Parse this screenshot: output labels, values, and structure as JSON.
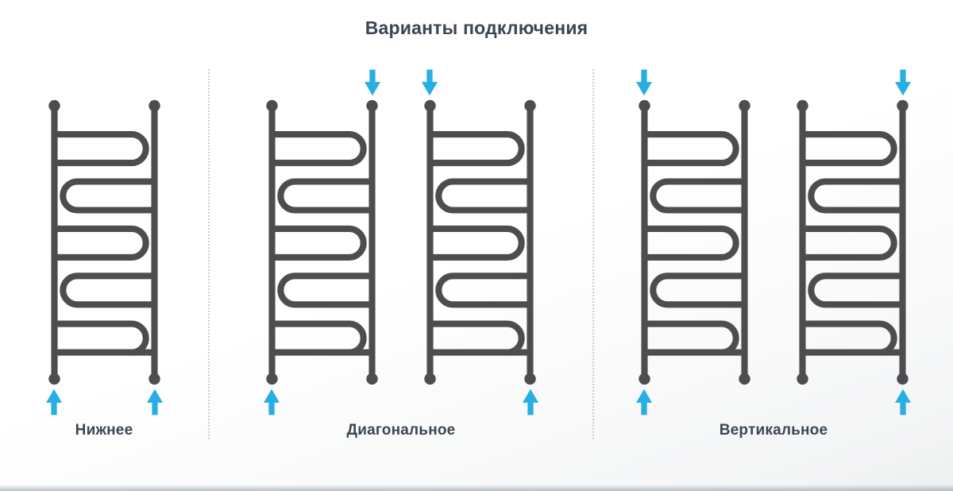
{
  "title": "Варианты подключения",
  "colors": {
    "pipe": "#4d4d4f",
    "arrow": "#29aee3",
    "text": "#3a4656",
    "divider": "#c9ced3"
  },
  "sections": [
    {
      "label": "Нижнее",
      "radiators": [
        {
          "arrows": {
            "top_left": false,
            "top_right": false,
            "bottom_left": true,
            "bottom_right": true
          }
        }
      ]
    },
    {
      "label": "Диагональное",
      "radiators": [
        {
          "arrows": {
            "top_left": false,
            "top_right": true,
            "bottom_left": true,
            "bottom_right": false
          }
        },
        {
          "arrows": {
            "top_left": true,
            "top_right": false,
            "bottom_left": false,
            "bottom_right": true
          }
        }
      ]
    },
    {
      "label": "Вертикальное",
      "radiators": [
        {
          "arrows": {
            "top_left": true,
            "top_right": false,
            "bottom_left": true,
            "bottom_right": false
          }
        },
        {
          "arrows": {
            "top_left": false,
            "top_right": true,
            "bottom_left": false,
            "bottom_right": true
          }
        }
      ]
    }
  ]
}
